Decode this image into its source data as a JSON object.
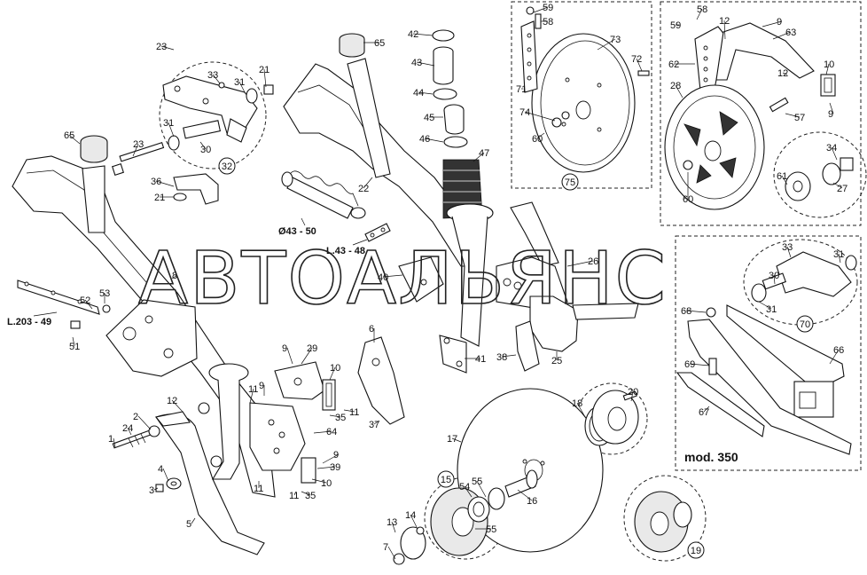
{
  "watermark": "АВТОАЛЬЯНС",
  "variant_label": "mod. 350",
  "callouts": [
    {
      "id": "c1",
      "text": "1"
    },
    {
      "id": "c2",
      "text": "2"
    },
    {
      "id": "c3",
      "text": "3"
    },
    {
      "id": "c4",
      "text": "4"
    },
    {
      "id": "c5",
      "text": "5"
    },
    {
      "id": "c6",
      "text": "6"
    },
    {
      "id": "c7",
      "text": "7"
    },
    {
      "id": "c8",
      "text": "8"
    },
    {
      "id": "c9a",
      "text": "9"
    },
    {
      "id": "c9b",
      "text": "9"
    },
    {
      "id": "c9c",
      "text": "9"
    },
    {
      "id": "c9d",
      "text": "9"
    },
    {
      "id": "c9e",
      "text": "9"
    },
    {
      "id": "c10a",
      "text": "10"
    },
    {
      "id": "c10b",
      "text": "10"
    },
    {
      "id": "c10c",
      "text": "10"
    },
    {
      "id": "c11a",
      "text": "11"
    },
    {
      "id": "c11b",
      "text": "11"
    },
    {
      "id": "c11c",
      "text": "11"
    },
    {
      "id": "c11d",
      "text": "11"
    },
    {
      "id": "c12a",
      "text": "12"
    },
    {
      "id": "c12b",
      "text": "12"
    },
    {
      "id": "c12c",
      "text": "12"
    },
    {
      "id": "c13",
      "text": "13"
    },
    {
      "id": "c14",
      "text": "14"
    },
    {
      "id": "c16",
      "text": "16"
    },
    {
      "id": "c17",
      "text": "17"
    },
    {
      "id": "c18",
      "text": "18"
    },
    {
      "id": "c20",
      "text": "20"
    },
    {
      "id": "c21a",
      "text": "21"
    },
    {
      "id": "c21b",
      "text": "21"
    },
    {
      "id": "c22",
      "text": "22"
    },
    {
      "id": "c23a",
      "text": "23"
    },
    {
      "id": "c23b",
      "text": "23"
    },
    {
      "id": "c24",
      "text": "24"
    },
    {
      "id": "c25",
      "text": "25"
    },
    {
      "id": "c26",
      "text": "26"
    },
    {
      "id": "c27",
      "text": "27"
    },
    {
      "id": "c28",
      "text": "28"
    },
    {
      "id": "c29",
      "text": "29"
    },
    {
      "id": "c30a",
      "text": "30"
    },
    {
      "id": "c30b",
      "text": "30"
    },
    {
      "id": "c31a",
      "text": "31"
    },
    {
      "id": "c31b",
      "text": "31"
    },
    {
      "id": "c31c",
      "text": "31"
    },
    {
      "id": "c31d",
      "text": "31"
    },
    {
      "id": "c33a",
      "text": "33"
    },
    {
      "id": "c33b",
      "text": "33"
    },
    {
      "id": "c34",
      "text": "34"
    },
    {
      "id": "c35a",
      "text": "35"
    },
    {
      "id": "c35b",
      "text": "35"
    },
    {
      "id": "c36",
      "text": "36"
    },
    {
      "id": "c37",
      "text": "37"
    },
    {
      "id": "c38",
      "text": "38"
    },
    {
      "id": "c39",
      "text": "39"
    },
    {
      "id": "c40",
      "text": "40"
    },
    {
      "id": "c41",
      "text": "41"
    },
    {
      "id": "c42",
      "text": "42"
    },
    {
      "id": "c43",
      "text": "43"
    },
    {
      "id": "c44",
      "text": "44"
    },
    {
      "id": "c45",
      "text": "45"
    },
    {
      "id": "c46",
      "text": "46"
    },
    {
      "id": "c47",
      "text": "47"
    },
    {
      "id": "c51",
      "text": "51"
    },
    {
      "id": "c52",
      "text": "52"
    },
    {
      "id": "c53",
      "text": "53"
    },
    {
      "id": "c54",
      "text": "54"
    },
    {
      "id": "c55a",
      "text": "55"
    },
    {
      "id": "c55b",
      "text": "55"
    },
    {
      "id": "c57",
      "text": "57"
    },
    {
      "id": "c58a",
      "text": "58"
    },
    {
      "id": "c58b",
      "text": "58"
    },
    {
      "id": "c59a",
      "text": "59"
    },
    {
      "id": "c59b",
      "text": "59"
    },
    {
      "id": "c60a",
      "text": "60"
    },
    {
      "id": "c60b",
      "text": "60"
    },
    {
      "id": "c61",
      "text": "61"
    },
    {
      "id": "c62",
      "text": "62"
    },
    {
      "id": "c63",
      "text": "63"
    },
    {
      "id": "c64",
      "text": "64"
    },
    {
      "id": "c65a",
      "text": "65"
    },
    {
      "id": "c65b",
      "text": "65"
    },
    {
      "id": "c66",
      "text": "66"
    },
    {
      "id": "c67",
      "text": "67"
    },
    {
      "id": "c68",
      "text": "68"
    },
    {
      "id": "c69",
      "text": "69"
    },
    {
      "id": "c71",
      "text": "71"
    },
    {
      "id": "c72",
      "text": "72"
    },
    {
      "id": "c73",
      "text": "73"
    },
    {
      "id": "c74",
      "text": "74"
    }
  ],
  "circled_callouts": [
    {
      "id": "k15",
      "text": "15"
    },
    {
      "id": "k19",
      "text": "19"
    },
    {
      "id": "k32",
      "text": "32"
    },
    {
      "id": "k70",
      "text": "70"
    },
    {
      "id": "k75",
      "text": "75"
    }
  ],
  "dimension_labels": [
    {
      "id": "d1",
      "text": "Ø43 - 50"
    },
    {
      "id": "d2",
      "text": "L.43 - 48"
    },
    {
      "id": "d3",
      "text": "L.203 - 49"
    }
  ]
}
